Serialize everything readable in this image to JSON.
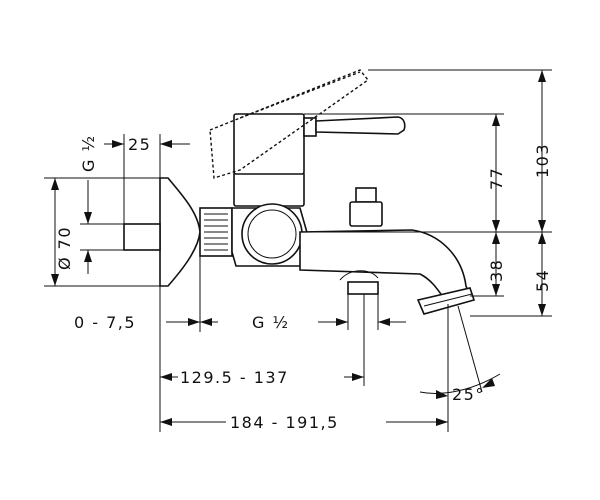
{
  "dimensions": {
    "thread_top": "G ½",
    "wall_offset": "25",
    "diameter": "Ø 70",
    "adjust_range": "0 - 7,5",
    "thread_bottom": "G ½",
    "length_spout_outlet": "129.5 - 137",
    "length_total": "184 - 191,5",
    "angle": "25°",
    "height_lever": "77",
    "height_total": "103",
    "height_diverter": "38",
    "height_spout": "54"
  }
}
